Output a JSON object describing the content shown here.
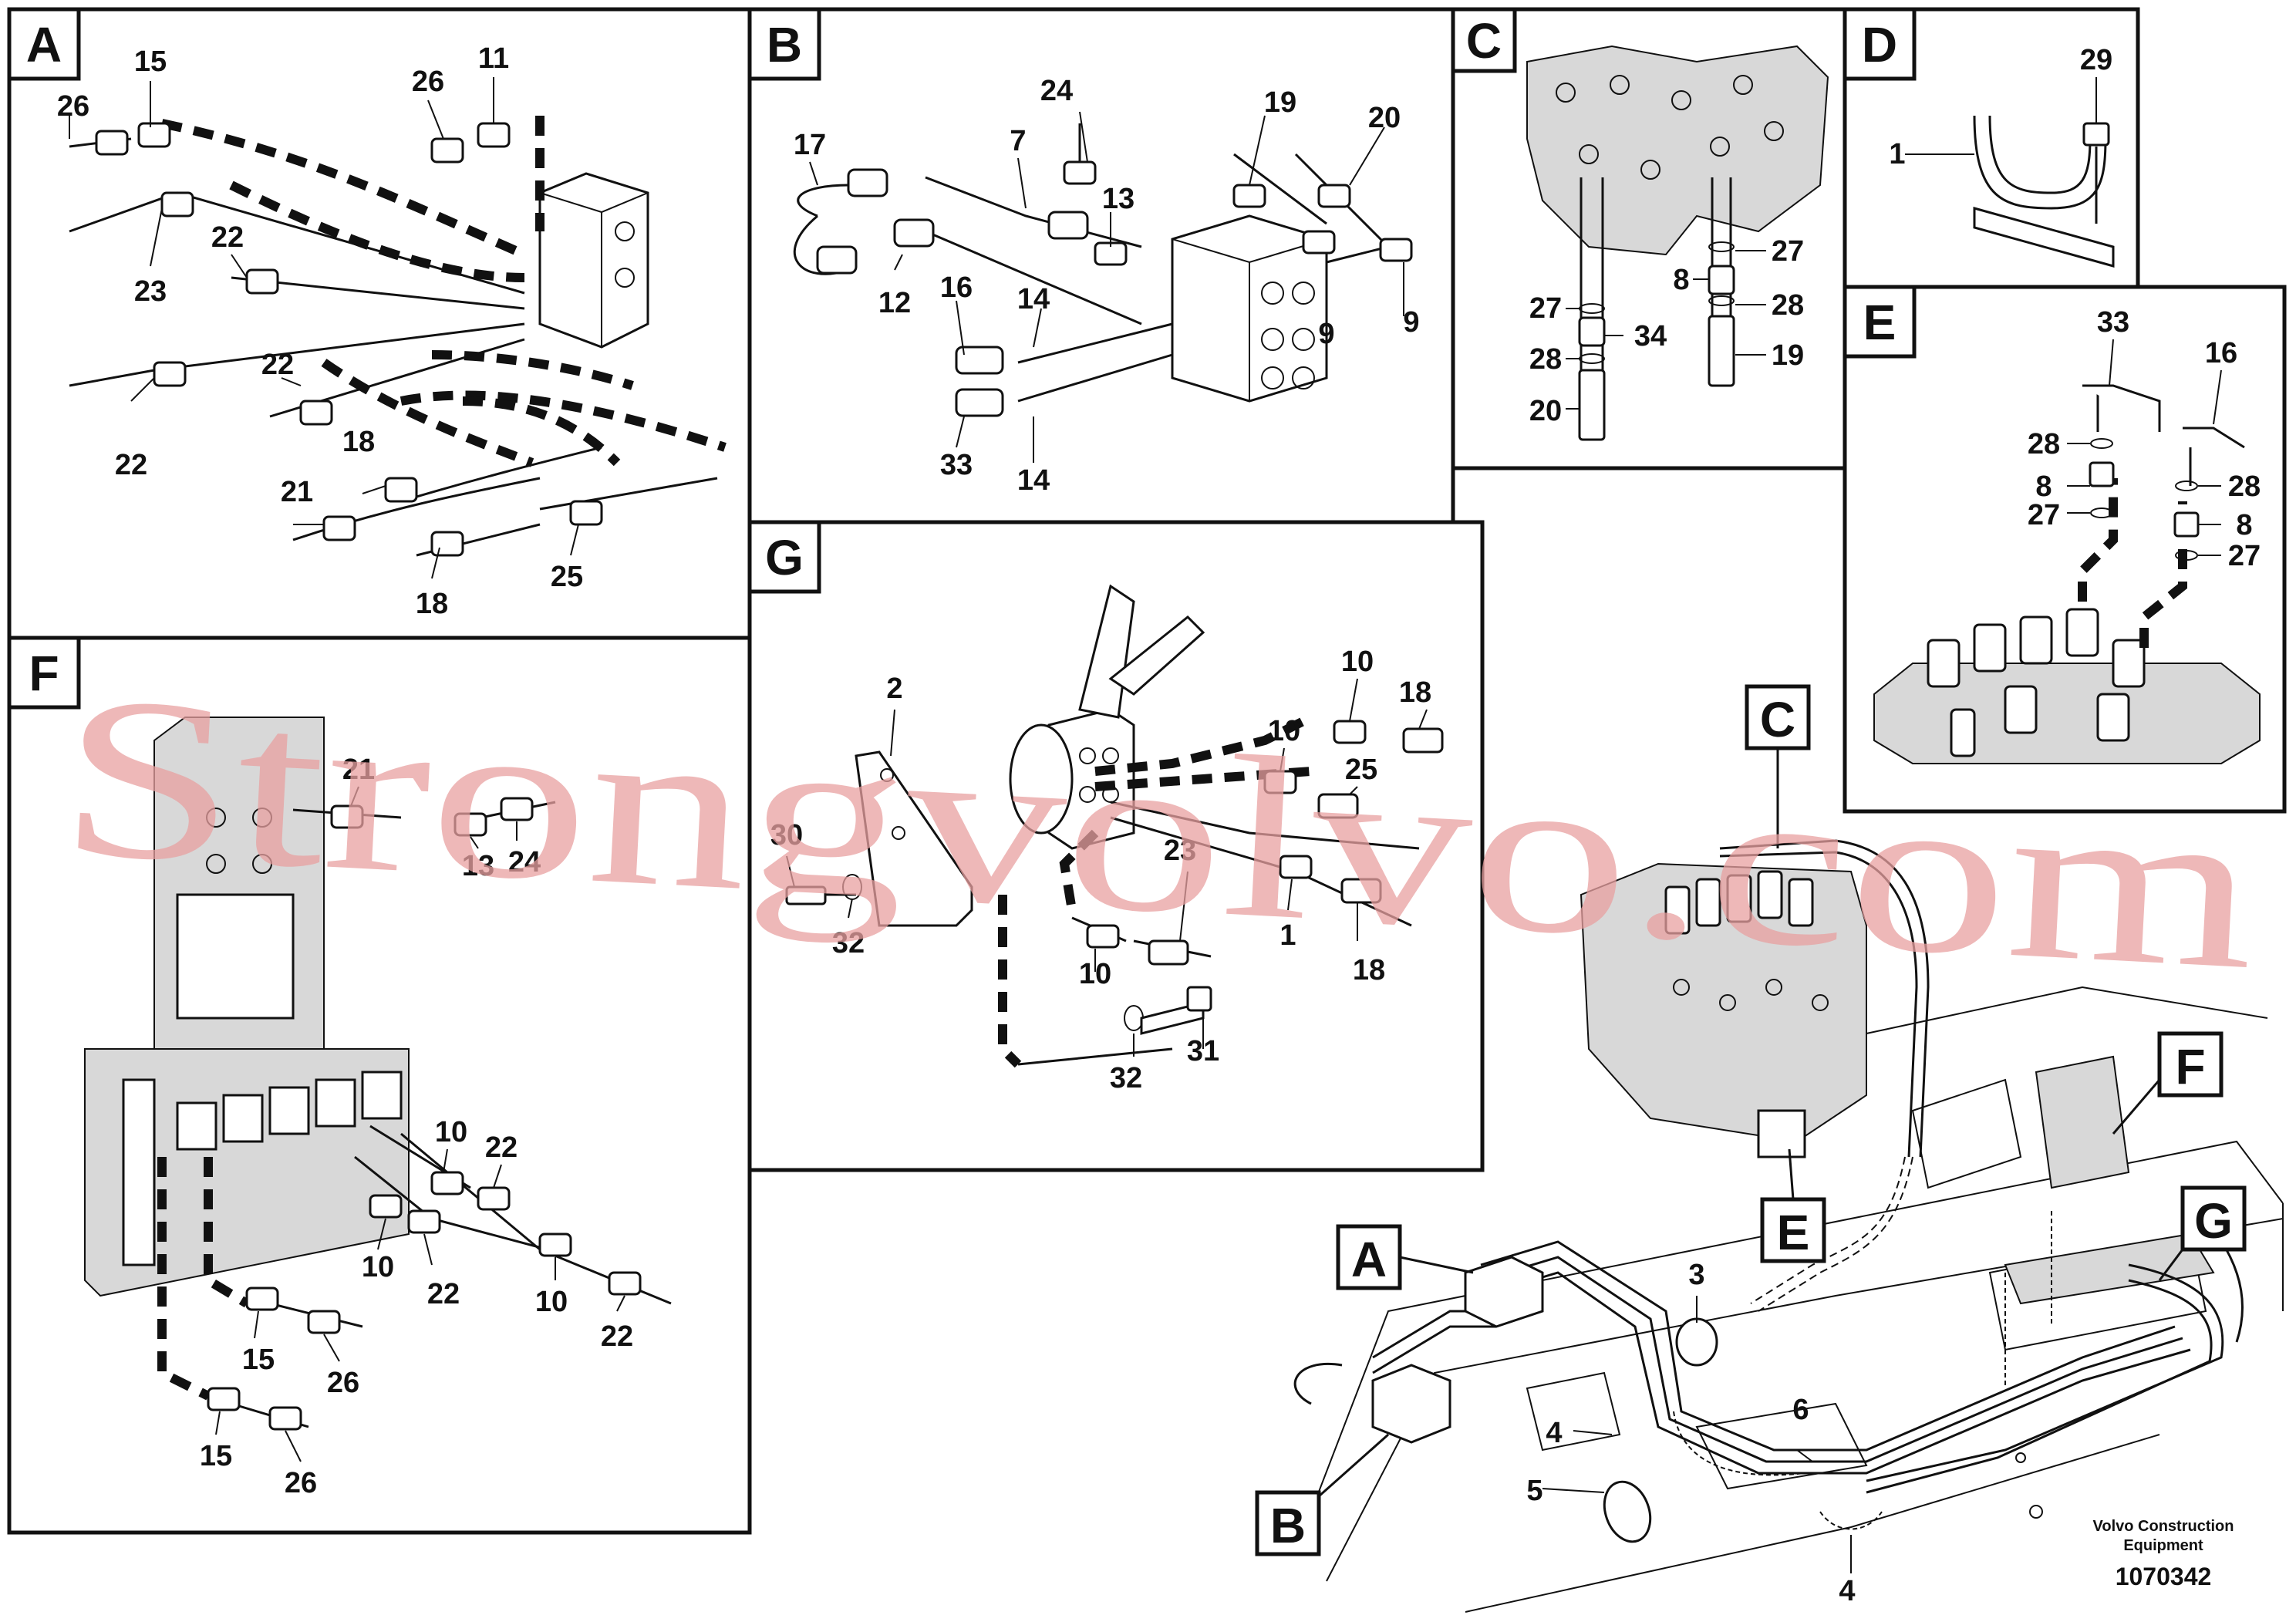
{
  "panels": [
    {
      "id": "A",
      "letter": "A",
      "callouts": [
        "26",
        "15",
        "26",
        "11",
        "23",
        "22",
        "22",
        "22",
        "18",
        "21",
        "18",
        "25"
      ]
    },
    {
      "id": "B",
      "letter": "B",
      "callouts": [
        "24",
        "17",
        "7",
        "13",
        "19",
        "20",
        "12",
        "16",
        "14",
        "9",
        "9",
        "33",
        "14"
      ]
    },
    {
      "id": "C",
      "letter": "C",
      "callouts": [
        "27",
        "8",
        "28",
        "27",
        "34",
        "28",
        "19",
        "20"
      ]
    },
    {
      "id": "D",
      "letter": "D",
      "callouts": [
        "29",
        "1"
      ]
    },
    {
      "id": "E",
      "letter": "E",
      "callouts": [
        "33",
        "16",
        "28",
        "8",
        "28",
        "27",
        "8",
        "27"
      ]
    },
    {
      "id": "F",
      "letter": "F",
      "callouts": [
        "21",
        "13",
        "24",
        "10",
        "22",
        "10",
        "22",
        "10",
        "22",
        "15",
        "26",
        "15",
        "26"
      ]
    },
    {
      "id": "G",
      "letter": "G",
      "callouts": [
        "2",
        "10",
        "18",
        "10",
        "25",
        "30",
        "23",
        "32",
        "10",
        "1",
        "18",
        "32",
        "31"
      ]
    }
  ],
  "overview": {
    "view_labels": [
      "A",
      "B",
      "C",
      "E",
      "F",
      "G"
    ],
    "callouts": [
      "3",
      "4",
      "6",
      "5",
      "4"
    ]
  },
  "footer": {
    "company_line1": "Volvo Construction",
    "company_line2": "Equipment",
    "drawing_number": "1070342"
  },
  "watermark": "Strongvolvo.com",
  "colors": {
    "ink": "#111111",
    "watermark": "#e8a0a0"
  }
}
